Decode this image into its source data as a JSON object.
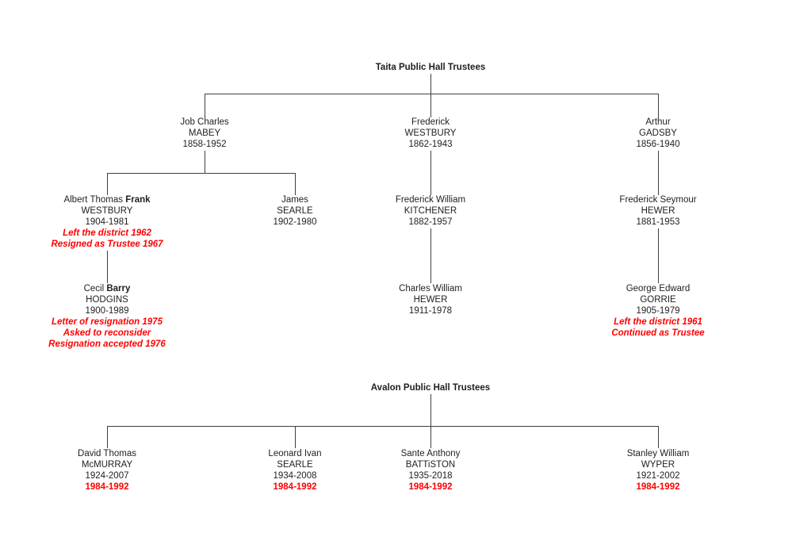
{
  "colors": {
    "annotation_red": "#ff0000",
    "text": "#1f1f1f",
    "connector": "#3f3f3f"
  },
  "taita": {
    "title": "Taita Public Hall Trustees",
    "nodes": {
      "mabey": {
        "given": "Job Charles",
        "surname": "MABEY",
        "years": "1858-1952"
      },
      "westbury_frederick": {
        "given": "Frederick",
        "surname": "WESTBURY",
        "years": "1862-1943"
      },
      "gadsby": {
        "given": "Arthur",
        "surname": "GADSBY",
        "years": "1856-1940"
      },
      "westbury_frank": {
        "given": "Albert Thomas ",
        "given_bold": "Frank",
        "surname": "WESTBURY",
        "years": "1904-1981",
        "notes": [
          "Left the district 1962",
          "Resigned as Trustee 1967"
        ]
      },
      "searle_james": {
        "given": "James",
        "surname": "SEARLE",
        "years": "1902-1980"
      },
      "kitchener": {
        "given": "Frederick William",
        "surname": "KITCHENER",
        "years": "1882-1957"
      },
      "hewer_frederick": {
        "given": "Frederick Seymour",
        "surname": "HEWER",
        "years": "1881-1953"
      },
      "hodgins": {
        "given": "Cecil ",
        "given_bold": "Barry",
        "surname": "HODGINS",
        "years": "1900-1989",
        "notes": [
          "Letter of resignation 1975",
          "Asked to reconsider",
          "Resignation accepted 1976"
        ]
      },
      "hewer_charles": {
        "given": "Charles William",
        "surname": "HEWER",
        "years": "1911-1978"
      },
      "gorrie": {
        "given": "George Edward",
        "surname": "GORRIE",
        "years": "1905-1979",
        "notes": [
          "Left the district 1961",
          "Continued as Trustee"
        ]
      }
    }
  },
  "avalon": {
    "title": "Avalon Public Hall Trustees",
    "nodes": {
      "mcmurray": {
        "given": "David Thomas",
        "surname": "McMURRAY",
        "years": "1924-2007",
        "tenure": "1984-1992"
      },
      "searle_leonard": {
        "given": "Leonard Ivan",
        "surname": "SEARLE",
        "years": "1934-2008",
        "tenure": "1984-1992"
      },
      "battiston": {
        "given": "Sante Anthony",
        "surname": "BATTiSTON",
        "years": "1935-2018",
        "tenure": "1984-1992"
      },
      "wyper": {
        "given": "Stanley William",
        "surname": "WYPER",
        "years": "1921-2002",
        "tenure": "1984-1992"
      }
    }
  }
}
